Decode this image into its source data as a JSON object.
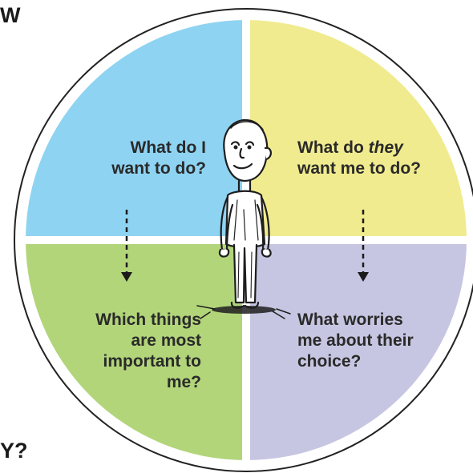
{
  "edge_fragments": {
    "top_left": "W",
    "bottom_left": "Y?"
  },
  "quadrants": {
    "top_left": {
      "lines": [
        "What do I",
        "want to do?"
      ],
      "color": "#8ed3f2"
    },
    "top_right": {
      "lines_before": "What do ",
      "emphasis": "they",
      "line2": "want me to do?",
      "color": "#f0eb8e"
    },
    "bottom_left": {
      "lines": [
        "Which things",
        "are most",
        "important to",
        "me?"
      ],
      "color": "#b2d57a"
    },
    "bottom_right": {
      "lines": [
        "What worries",
        "me about their",
        "choice?"
      ],
      "color": "#c6c6e2"
    }
  },
  "colors": {
    "circle_outline": "#222222",
    "divider": "#ffffff",
    "text": "#2a2a2a",
    "arrow": "#1a1a1a"
  },
  "figure": {
    "description_icon": "person-sketch-icon"
  }
}
